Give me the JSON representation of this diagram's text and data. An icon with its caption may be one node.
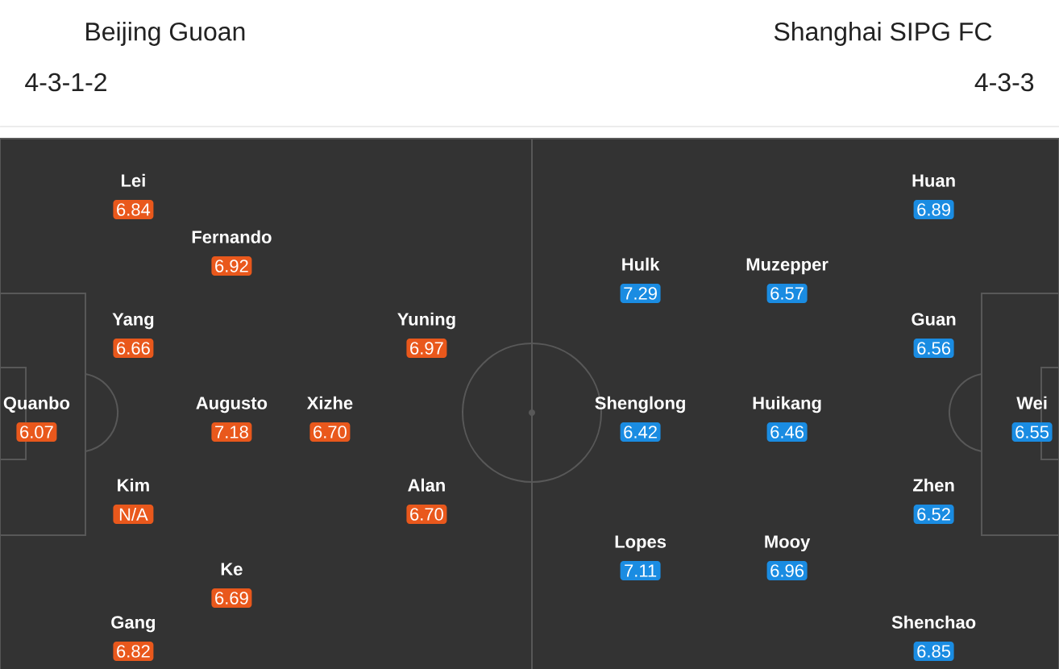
{
  "diagram": {
    "nodes": [
      {
        "text": [
          "Lei",
          "6.84"
        ]
      },
      {
        "text": [
          "Fernando",
          "6.92"
        ]
      },
      {
        "text": [
          "Yang",
          "6.66"
        ]
      },
      {
        "text": [
          "Yuning",
          "6.97"
        ]
      },
      {
        "text": [
          "Quanbo",
          "6.07"
        ]
      },
      {
        "text": [
          "Augusto",
          "7.18"
        ]
      },
      {
        "text": [
          "Xizhe",
          "6.70"
        ]
      },
      {
        "text": [
          "Kim",
          "N/A"
        ]
      },
      {
        "text": [
          "Alan",
          "6.70"
        ]
      },
      {
        "text": [
          "Ke",
          "6.69"
        ]
      },
      {
        "text": [
          "Gang",
          "6.82"
        ]
      },
      {
        "text": [
          "Huan",
          "6.89"
        ]
      },
      {
        "text": [
          "Hulk",
          "7.29"
        ]
      },
      {
        "text": [
          "Muzepper",
          "6.57"
        ]
      },
      {
        "text": [
          "Guan",
          "6.56"
        ]
      },
      {
        "text": [
          "Shenglong",
          "6.42"
        ]
      },
      {
        "text": [
          "Huikang",
          "6.46"
        ]
      },
      {
        "text": [
          "Wei",
          "6.55"
        ]
      },
      {
        "text": [
          "Zhen",
          "6.52"
        ]
      },
      {
        "text": [
          "Lopes",
          "7.11"
        ]
      },
      {
        "text": [
          "Mooy",
          "6.96"
        ]
      },
      {
        "text": [
          "Shenchao",
          "6.85"
        ]
      }
    ],
    "labels": [
      "Beijing Guoan",
      "Shanghai SIPG FC",
      "4-3-1-2",
      "4-3-3"
    ]
  }
}
